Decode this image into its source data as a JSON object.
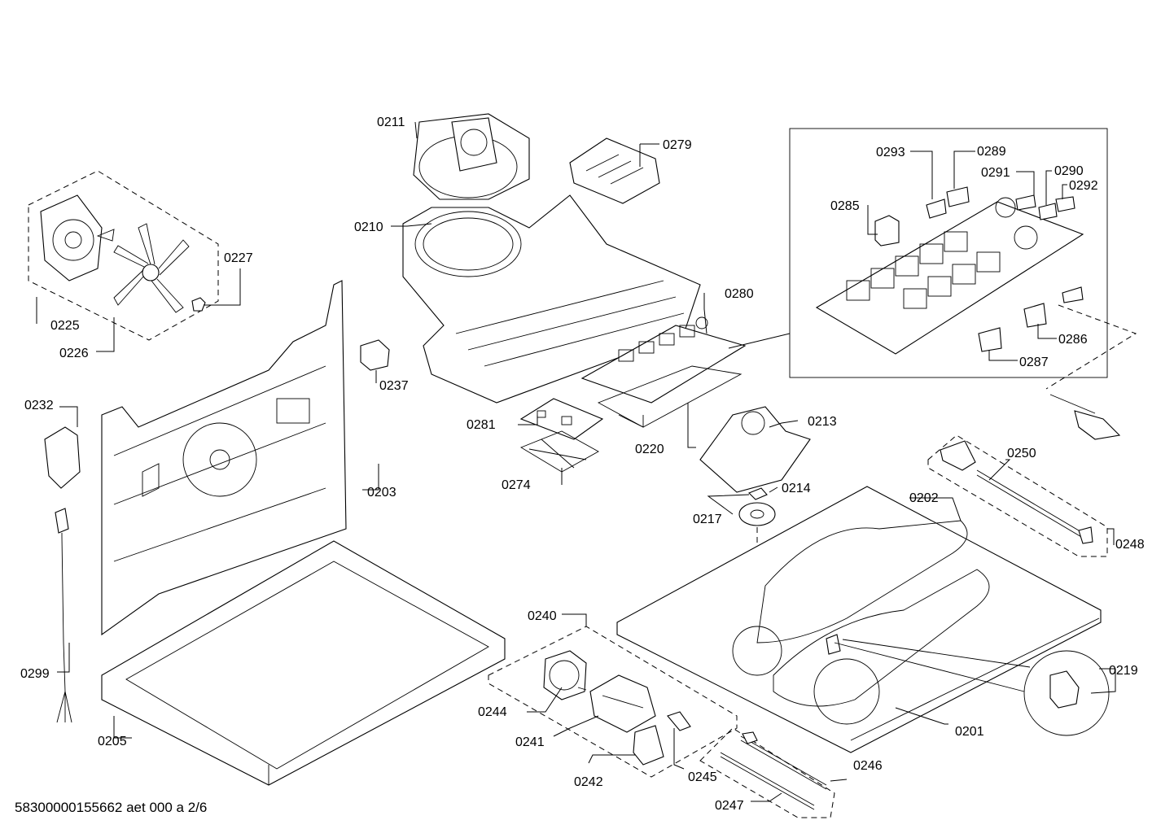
{
  "footer_code": "58300000155662 aet 000 a 2/6",
  "labels": {
    "p0201": "0201",
    "p0202": "0202",
    "p0203": "0203",
    "p0205": "0205",
    "p0210": "0210",
    "p0211": "0211",
    "p0213": "0213",
    "p0214": "0214",
    "p0217": "0217",
    "p0219": "0219",
    "p0220": "0220",
    "p0225": "0225",
    "p0226": "0226",
    "p0227": "0227",
    "p0232": "0232",
    "p0237": "0237",
    "p0240": "0240",
    "p0241": "0241",
    "p0242": "0242",
    "p0244": "0244",
    "p0245": "0245",
    "p0246": "0246",
    "p0247": "0247",
    "p0248": "0248",
    "p0250": "0250",
    "p0274": "0274",
    "p0279": "0279",
    "p0280": "0280",
    "p0281": "0281",
    "p0285": "0285",
    "p0286": "0286",
    "p0287": "0287",
    "p0289": "0289",
    "p0290": "0290",
    "p0291": "0291",
    "p0292": "0292",
    "p0293": "0293",
    "p0299": "0299"
  }
}
